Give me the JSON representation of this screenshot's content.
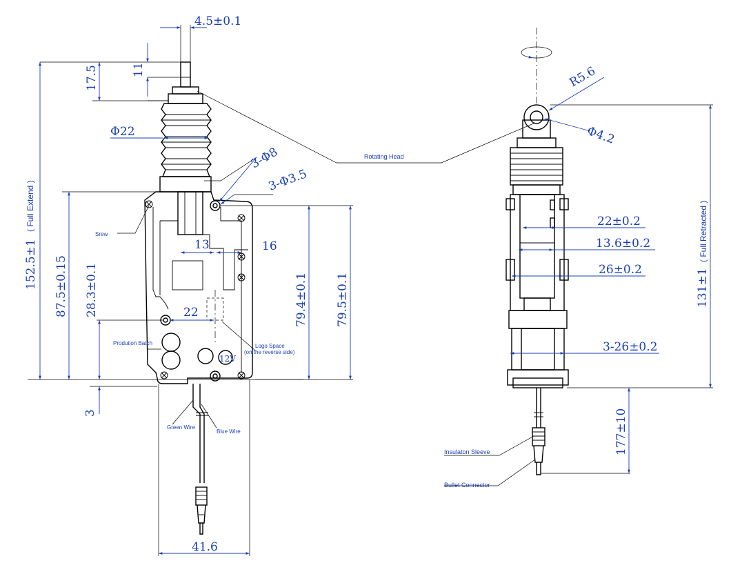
{
  "front_view": {
    "dims": {
      "pin_width": "4.5±0.1",
      "pin_top": "11",
      "pin_total": "17.5",
      "bellows_dia": "Φ22",
      "hole_large": "3-Φ8",
      "hole_small": "3-Φ3.5",
      "full_extend_value": "152.5±1",
      "full_extend_label": "( Full Extend )",
      "body_to_end": "87.5±0.15",
      "hole_height": "28.3±0.1",
      "offset_13": "13",
      "offset_16": "16",
      "offset_22": "22",
      "body_height_a": "79.4±0.1",
      "body_height_b": "79.5±0.1",
      "bottom_3": "3",
      "body_width": "41.6"
    },
    "labels": {
      "screw": "Srew",
      "production_batch": "Prodution Batch",
      "logo_space": "Logo Space",
      "logo_space_note": "(on the reverse side)",
      "voltage": "12V",
      "green_wire": "Green Wire",
      "blue_wire": "Blue Wire"
    }
  },
  "rotating_head": "Rotating Head",
  "side_view": {
    "dims": {
      "radius": "R5.6",
      "hole_dia": "Φ4.2",
      "width_22": "22±0.2",
      "width_13_6": "13.6±0.2",
      "width_26": "26±0.2",
      "width_3_26": "3-26±0.2",
      "full_retracted_value": "131±1",
      "full_retracted_label": "( Full Retracted )",
      "wire_length": "177±10"
    },
    "labels": {
      "insulation_sleeve": "Insulaton Sleeve",
      "bullet_connector": "Bullet Connector"
    }
  },
  "colors": {
    "dimension": "#1a3fb5",
    "outline": "#000000"
  }
}
